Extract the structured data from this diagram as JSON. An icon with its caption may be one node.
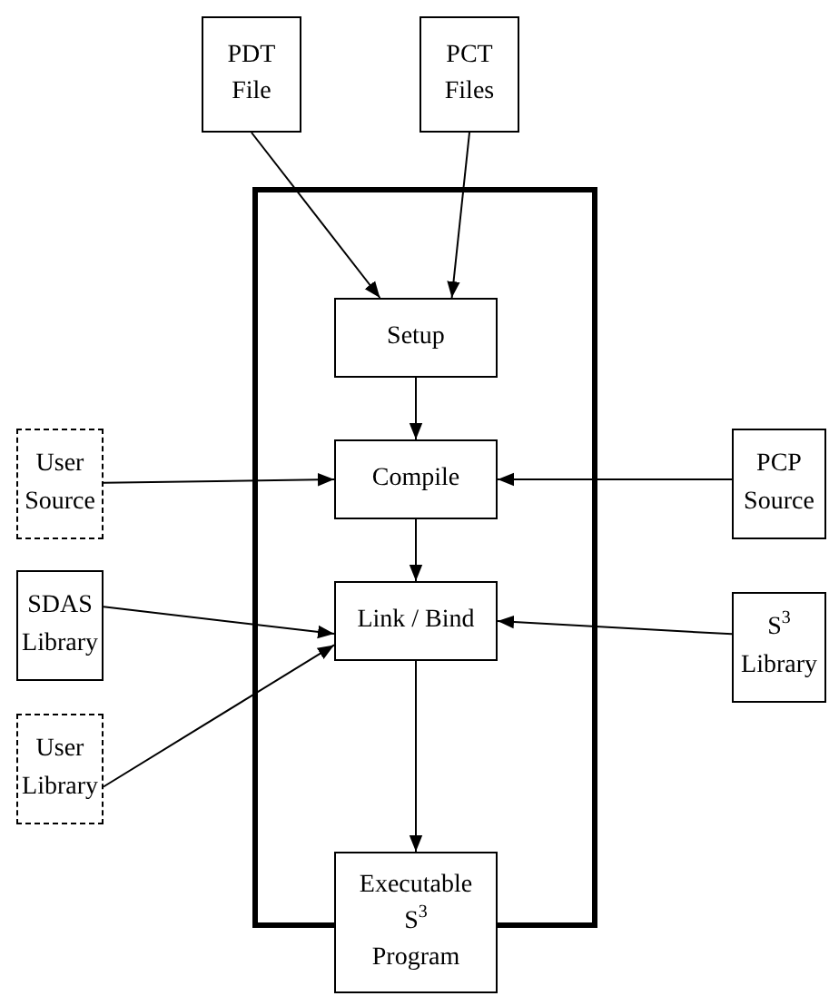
{
  "diagram": {
    "nodes": [
      {
        "text": [
          "PDT File"
        ]
      },
      {
        "text": [
          "PCT Files"
        ]
      },
      {
        "text": [],
        "shape": "box"
      },
      {
        "text": [
          "Setup"
        ],
        "in": 2
      },
      {
        "text": [
          "Compile"
        ],
        "in": 2
      },
      {
        "text": [
          "Link / Bind"
        ],
        "in": 2
      },
      {
        "text": [
          "User Source"
        ]
      },
      {
        "text": [
          "PCP Source"
        ]
      },
      {
        "text": [
          "SDAS Library"
        ]
      },
      {
        "text": [
          "User Library"
        ]
      },
      {
        "text": [
          "S$^{3}$ Library"
        ]
      },
      {
        "text": [
          "Executable S$^{3}$ Program"
        ]
      }
    ],
    "edges": [
      {
        "from": 0,
        "to": 3,
        "arrow": "to"
      },
      {
        "from": 1,
        "to": 3,
        "arrow": "to"
      },
      {
        "from": 3,
        "to": 4,
        "arrow": "to"
      },
      {
        "from": 6,
        "to": 4,
        "arrow": "to"
      },
      {
        "from": 7,
        "to": 4,
        "arrow": "to"
      },
      {
        "from": 4,
        "to": 5,
        "arrow": "to"
      },
      {
        "from": 8,
        "to": 5,
        "arrow": "to"
      },
      {
        "from": 9,
        "to": 5,
        "arrow": "to"
      },
      {
        "from": 10,
        "to": 5,
        "arrow": "to"
      },
      {
        "from": 5,
        "to": 11,
        "arrow": "to"
      }
    ]
  }
}
